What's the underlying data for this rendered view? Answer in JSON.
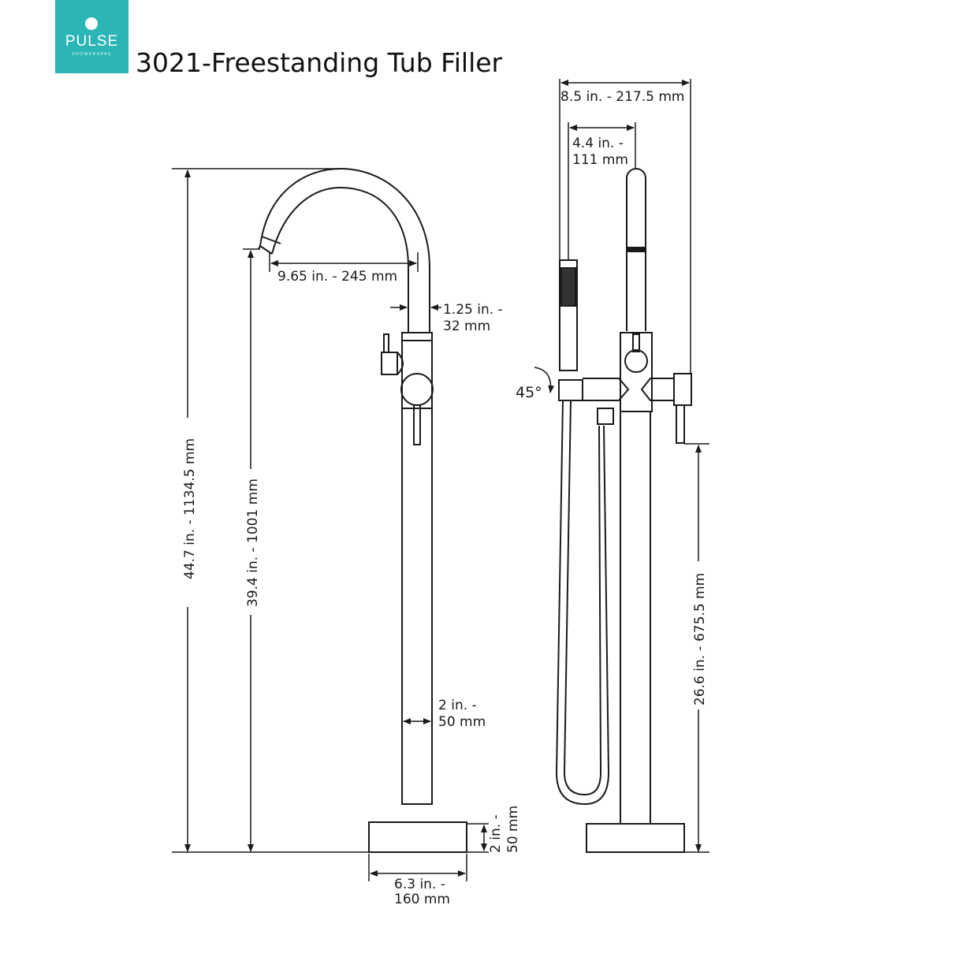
{
  "logo": {
    "brand": "PULSE",
    "sub": "SHOWERSPAS",
    "icon": "showerhead-ball-icon",
    "color": "#2bb5b5"
  },
  "title": "3021-Freestanding Tub Filler",
  "dimensions": {
    "total_height": "44.7 in. - 1134.5 mm",
    "spout_height": "39.4 in. - 1001 mm",
    "spout_reach": "9.65 in. - 245 mm",
    "spout_diameter_1": "1.25 in. -",
    "spout_diameter_2": "32 mm",
    "column_width_1": "2 in. -",
    "column_width_2": "50 mm",
    "base_height_1": "2 in. -",
    "base_height_2": "50 mm",
    "base_width_1": "6.3 in. -",
    "base_width_2": "160 mm",
    "overall_width": "8.5 in. - 217.5 mm",
    "handshower_offset_1": "4.4 in. -",
    "handshower_offset_2": "111 mm",
    "handle_height": "26.6 in. - 675.5 mm",
    "rotation": "45°"
  }
}
